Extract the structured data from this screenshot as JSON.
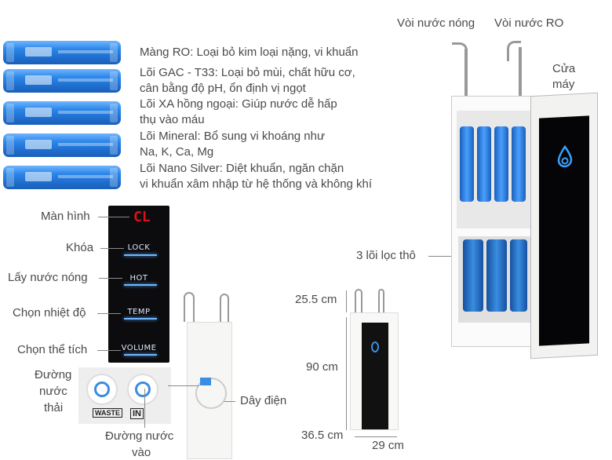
{
  "filters": [
    {
      "label_line1": "Màng RO: Loại bỏ kim loại nặng, vi khuẩn",
      "label_line2": ""
    },
    {
      "label_line1": "Lõi GAC - T33: Loại bỏ mùi, chất hữu cơ,",
      "label_line2": "cân bằng độ pH, ổn định vị ngọt"
    },
    {
      "label_line1": "Lõi XA hồng ngoại: Giúp nước dễ hấp",
      "label_line2": "thụ vào máu"
    },
    {
      "label_line1": "Lõi Mineral: Bổ sung vi khoáng như",
      "label_line2": "Na, K, Ca, Mg"
    },
    {
      "label_line1": "Lõi Nano Silver: Diệt khuẩn, ngăn chặn",
      "label_line2": "vi khuẩn xâm nhập từ hệ thống và không khí"
    }
  ],
  "panel": {
    "labels": {
      "screen": "Màn hình",
      "lock": "Khóa",
      "hot": "Lấy nước nóng",
      "temp": "Chọn nhiệt độ",
      "volume": "Chọn thể tích"
    },
    "display_value": "CL",
    "buttons": {
      "lock": "LOCK",
      "hot": "HOT",
      "temp": "TEMP",
      "volume": "VOLUME"
    }
  },
  "back_panel": {
    "waste_label": "Đường nước thải",
    "waste_label_lines": [
      "Đường",
      "nước",
      "thải"
    ],
    "inlet_label_lines": [
      "Đường nước",
      "vào"
    ],
    "waste_sticker": "WASTE",
    "inlet_sticker": "IN",
    "power_label": "Dây điện"
  },
  "dimensions": {
    "top": "25.5 cm",
    "height": "90 cm",
    "depth": "36.5 cm",
    "width": "29 cm"
  },
  "machine": {
    "hot_tap": "Vòi nước nóng",
    "ro_tap": "Vòi nước RO",
    "door_lines": [
      "Cửa",
      "máy"
    ],
    "prefilters": "3 lõi lọc thô"
  },
  "colors": {
    "filter_blue": "#2b86e8",
    "panel_black": "#0c0c0e",
    "glow_blue": "#6fb8ff"
  }
}
